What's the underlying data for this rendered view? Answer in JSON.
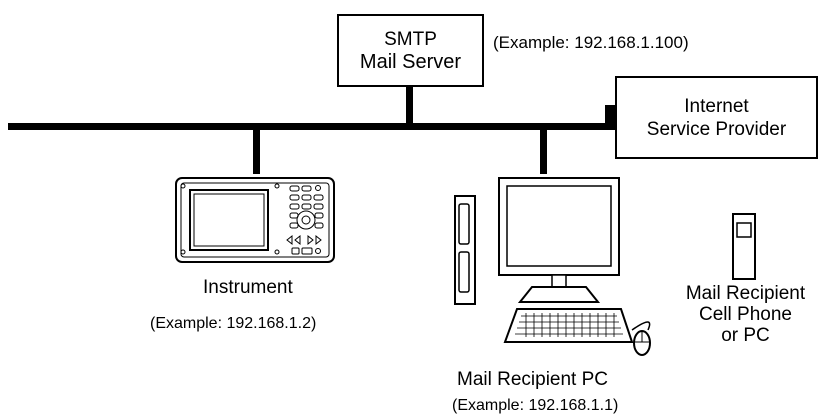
{
  "smtp_server": {
    "line1": "SMTP",
    "line2": "Mail Server",
    "example": "(Example: 192.168.1.100)"
  },
  "isp": {
    "line1": "Internet",
    "line2": "Service Provider"
  },
  "instrument": {
    "label": "Instrument",
    "example": "(Example: 192.168.1.2)"
  },
  "recipient_pc": {
    "label": "Mail Recipient PC",
    "example": "(Example: 192.168.1.1)"
  },
  "recipient_phone": {
    "line1": "Mail Recipient",
    "line2": "Cell Phone",
    "line3": "or PC"
  }
}
